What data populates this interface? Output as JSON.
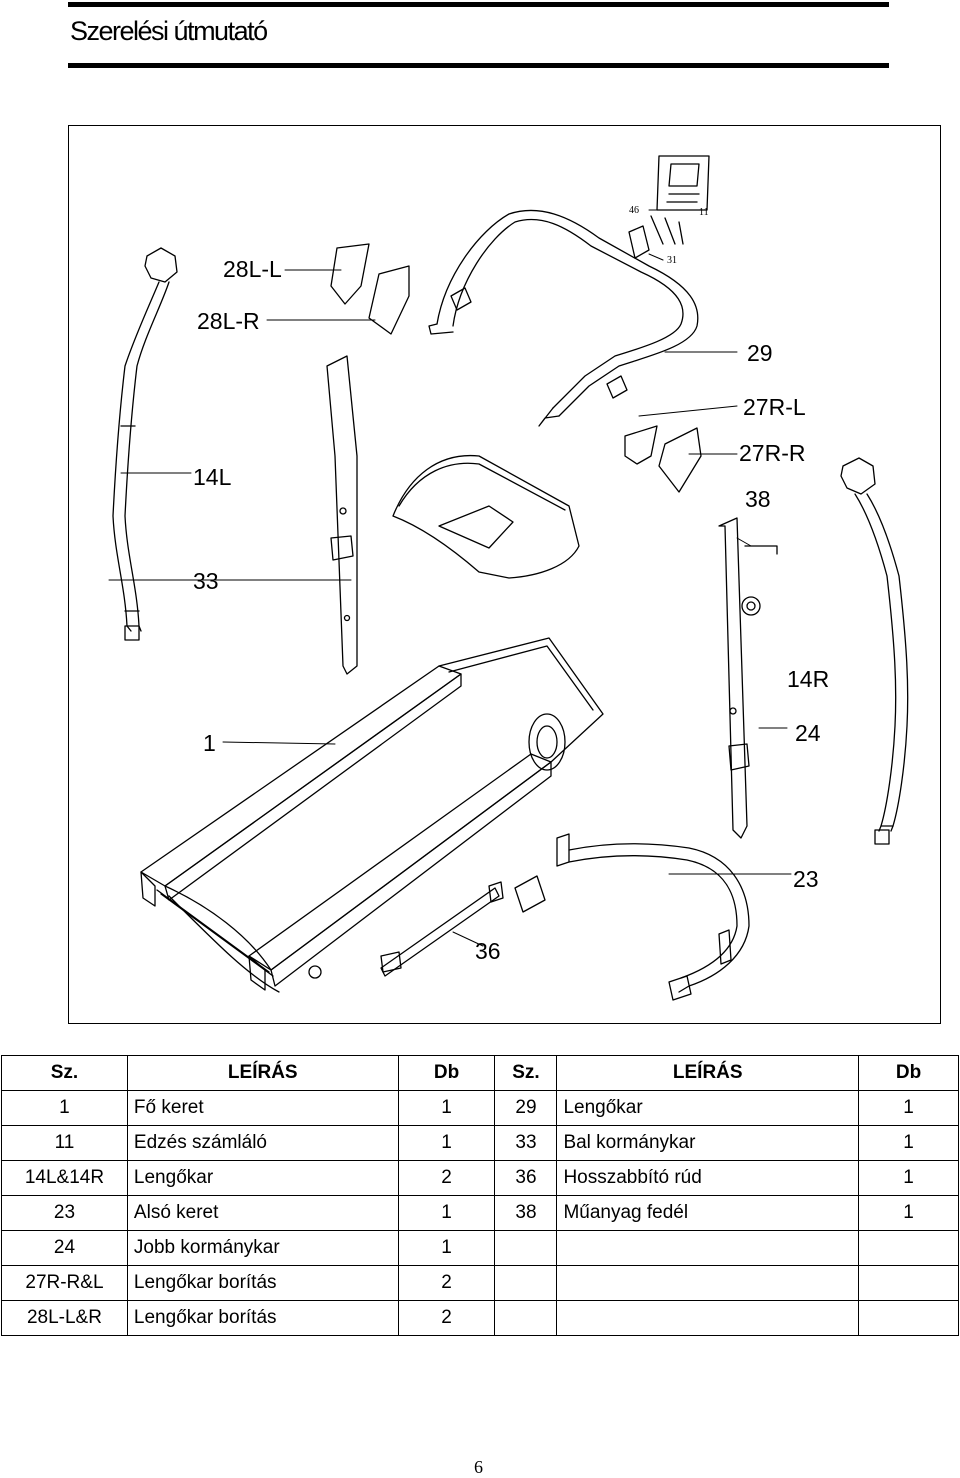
{
  "title": "Szerelési útmutató",
  "diagram": {
    "callouts": {
      "c28LL": "28L-L",
      "c28LR": "28L-R",
      "c14L": "14L",
      "c33": "33",
      "c1": "1",
      "c29": "29",
      "c27RL": "27R-L",
      "c27RR": "27R-R",
      "c38": "38",
      "c14R": "14R",
      "c24": "24",
      "c23": "23",
      "c36": "36",
      "c46": "46",
      "c11": "11",
      "c31": "31"
    }
  },
  "table": {
    "headers": [
      "Sz.",
      "LEÍRÁS",
      "Db",
      "Sz.",
      "LEÍRÁS",
      "Db"
    ],
    "rows": [
      [
        "1",
        "Fő keret",
        "1",
        "29",
        "Lengőkar",
        "1"
      ],
      [
        "11",
        "Edzés számláló",
        "1",
        "33",
        "Bal kormánykar",
        "1"
      ],
      [
        "14L&14R",
        "Lengőkar",
        "2",
        "36",
        "Hosszabbító rúd",
        "1"
      ],
      [
        "23",
        "Alsó keret",
        "1",
        "38",
        "Műanyag fedél",
        "1"
      ],
      [
        "24",
        "Jobb kormánykar",
        "1",
        "",
        "",
        ""
      ],
      [
        "27R-R&L",
        "Lengőkar borítás",
        "2",
        "",
        "",
        ""
      ],
      [
        "28L-L&R",
        "Lengőkar borítás",
        "2",
        "",
        "",
        ""
      ]
    ]
  },
  "page_number": "6"
}
